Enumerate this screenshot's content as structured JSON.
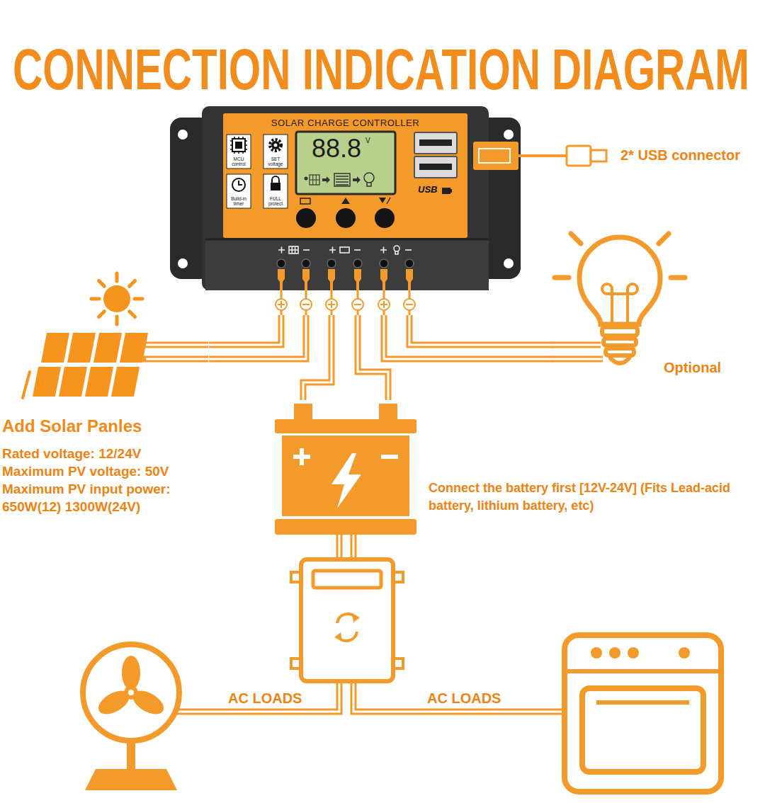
{
  "diagram": {
    "title": "CONNECTION INDICATION DIAGRAM",
    "nodes": [
      {
        "text": [
          "SOLAR CHARGE CONTROLLER"
        ]
      },
      {
        "text": [
          "MCU control"
        ],
        "in": 0
      },
      {
        "text": [
          "SET voltage"
        ],
        "in": 0
      },
      {
        "text": [
          "Build-in timer"
        ],
        "in": 0
      },
      {
        "text": [
          "FULL protect"
        ],
        "in": 0
      },
      {
        "text": [
          "88.8",
          "V"
        ],
        "in": 0
      },
      {
        "text": [
          "USB"
        ],
        "in": 0
      },
      {
        "text": [
          "Add Solar Panles",
          "Rated voltage: 12/24V",
          "Maximum PV voltage: 50V",
          "Maximum PV input power: 650W(12) 1300W(24V)"
        ]
      },
      {
        "text": [
          "Optional"
        ]
      },
      {
        "text": [
          "Connect the battery first [12V-24V] (Fits Lead-acid battery, lithium battery, etc)"
        ]
      }
    ],
    "edges": [
      {
        "from": 7,
        "to": 0,
        "arrow": "none"
      },
      {
        "from": 0,
        "to": 9,
        "arrow": "none"
      },
      {
        "from": 0,
        "to": 8,
        "arrow": "none"
      }
    ],
    "labels": [
      "2* USB connector",
      "AC LOADS",
      "AC LOADS"
    ]
  }
}
